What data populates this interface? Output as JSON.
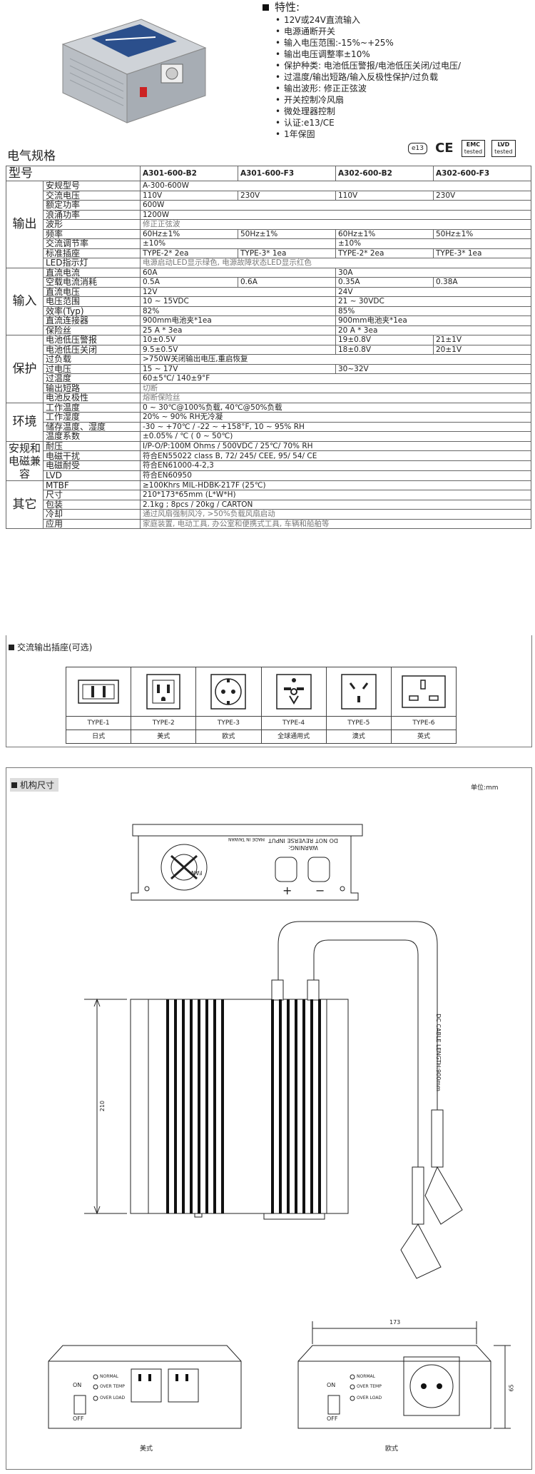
{
  "features": {
    "title": "特性:",
    "items": [
      "12V或24V直流输入",
      "电源通断开关",
      "输入电压范围:-15%~+25%",
      "输出电压调整率±10%",
      "保护种类: 电池低压警报/电池低压关闭/过电压/",
      "过温度/输出短路/输入反极性保护/过负载",
      "输出波形: 修正正弦波",
      "开关控制冷风扇",
      "微处理器控制",
      "认证:e13/CE",
      "1年保固"
    ]
  },
  "certs": {
    "e13": "e13",
    "ce": "CE",
    "emc_top": "EMC",
    "emc_sub": "tested",
    "lvd_top": "LVD",
    "lvd_sub": "tested"
  },
  "spec_title": "电气规格",
  "header": {
    "label": "型号",
    "models": [
      "A301-600-B2",
      "A301-600-F3",
      "A302-600-B2",
      "A302-600-F3"
    ]
  },
  "cats": {
    "output": "输出",
    "input": "输入",
    "protection": "保护",
    "env": "环境",
    "safety": "安规和电磁兼容",
    "other": "其它"
  },
  "rows": {
    "safety_model": {
      "label": "安规型号",
      "v": "A-300-600W"
    },
    "ac_voltage": {
      "label": "交流电压",
      "v": [
        "110V",
        "230V",
        "110V",
        "230V"
      ]
    },
    "rated_power": {
      "label": "额定功率",
      "v": "600W"
    },
    "surge_power": {
      "label": "浪涌功率",
      "v": "1200W"
    },
    "waveform": {
      "label": "波形",
      "v": "修正正弦波"
    },
    "frequency": {
      "label": "频率",
      "v": [
        "60Hz±1%",
        "50Hz±1%",
        "60Hz±1%",
        "50Hz±1%"
      ]
    },
    "regulation": {
      "label": "交流调节率",
      "v": [
        "±10%",
        "±10%"
      ]
    },
    "socket": {
      "label": "标准插座",
      "v": [
        "TYPE-2* 2ea",
        "TYPE-3* 1ea",
        "TYPE-2* 2ea",
        "TYPE-3* 1ea"
      ]
    },
    "led": {
      "label": "LED指示灯",
      "v": "电源启动LED显示绿色, 电源故障状态LED显示红色"
    },
    "dc_current": {
      "label": "直流电流",
      "v": [
        "60A",
        "30A"
      ]
    },
    "no_load": {
      "label": "空载电流消耗",
      "v": [
        "0.5A",
        "0.6A",
        "0.35A",
        "0.38A"
      ]
    },
    "dc_voltage": {
      "label": "直流电压",
      "v": [
        "12V",
        "24V"
      ]
    },
    "voltage_range": {
      "label": "电压范围",
      "v": [
        "10 ~ 15VDC",
        "21 ~ 30VDC"
      ]
    },
    "efficiency": {
      "label": "效率(Typ)",
      "v": [
        "82%",
        "85%"
      ]
    },
    "dc_connector": {
      "label": "直流连接器",
      "v": [
        "900mm电池夹*1ea",
        "900mm电池夹*1ea"
      ]
    },
    "fuse": {
      "label": "保险丝",
      "v": [
        "25 A * 3ea",
        "20 A * 3ea"
      ]
    },
    "batt_low_alarm": {
      "label": "电池低压警报",
      "v": [
        "10±0.5V",
        "19±0.8V",
        "21±1V"
      ]
    },
    "batt_low_off": {
      "label": "电池低压关闭",
      "v": [
        "9.5±0.5V",
        "18±0.8V",
        "20±1V"
      ]
    },
    "overload": {
      "label": "过负载",
      "v": ">750W关闭输出电压,重启恢复"
    },
    "over_voltage": {
      "label": "过电压",
      "v": [
        "15 ~ 17V",
        "30~32V"
      ]
    },
    "over_temp": {
      "label": "过温度",
      "v": "60±5℃/ 140±9°F"
    },
    "short": {
      "label": "输出短路",
      "v": "切断"
    },
    "reverse": {
      "label": "电池反极性",
      "v": "熔断保险丝"
    },
    "work_temp": {
      "label": "工作温度",
      "v": "0 ~ 30℃@100%负载, 40℃@50%负载"
    },
    "work_hum": {
      "label": "工作湿度",
      "v": "20% ~ 90% RH无冷凝"
    },
    "storage": {
      "label": "储存温度、湿度",
      "v": "-30 ~ +70℃ / -22 ~ +158°F, 10 ~ 95% RH"
    },
    "temp_coef": {
      "label": "温度系数",
      "v": "±0.05% / ℃ ( 0 ~ 50℃)"
    },
    "withstand": {
      "label": "耐压",
      "v": "I/P-O/P:100M Ohms / 500VDC / 25℃/ 70% RH"
    },
    "emi": {
      "label": "电磁干扰",
      "v": "符合EN55022 class B, 72/ 245/ CEE, 95/ 54/ CE"
    },
    "ems": {
      "label": "电磁耐受",
      "v": "符合EN61000-4-2,3"
    },
    "lvd": {
      "label": "LVD",
      "v": "符合EN60950"
    },
    "mtbf": {
      "label": "MTBF",
      "v": "≥100Khrs  MIL-HDBK-217F (25℃)"
    },
    "size": {
      "label": "尺寸",
      "v": "210*173*65mm (L*W*H)"
    },
    "pack": {
      "label": "包装",
      "v": "2.1kg ; 8pcs / 20kg / CARTON"
    },
    "cooling": {
      "label": "冷却",
      "v": "通过风扇强制风冷, >50%负载风扇启动"
    },
    "application": {
      "label": "应用",
      "v": "家庭装置, 电动工具, 办公室和便携式工具, 车辆和船舶等"
    }
  },
  "socket_section": {
    "title": "交流输出插座(可选)",
    "types": [
      {
        "name": "TYPE-1",
        "region": "日式"
      },
      {
        "name": "TYPE-2",
        "region": "美式"
      },
      {
        "name": "TYPE-3",
        "region": "欧式"
      },
      {
        "name": "TYPE-4",
        "region": "全球通用式"
      },
      {
        "name": "TYPE-5",
        "region": "澳式"
      },
      {
        "name": "TYPE-6",
        "region": "英式"
      }
    ]
  },
  "mech": {
    "title": "机构尺寸",
    "unit": "单位:mm",
    "fan": "FAN",
    "warning1": "WARNING:",
    "warning2": "DO NOT REVERSE INPUT",
    "made_in": "MADE IN TAIWAN",
    "plus": "+",
    "minus": "−",
    "cable": "DC CABLE LENGTH:900mm",
    "dim_210": "210",
    "dim_173": "173",
    "dim_65": "65",
    "on": "ON",
    "off": "OFF",
    "normal": "NORMAL",
    "over_temp": "OVER TEMP",
    "over_load": "OVER LOAD",
    "us_label": "美式",
    "eu_label": "欧式"
  }
}
